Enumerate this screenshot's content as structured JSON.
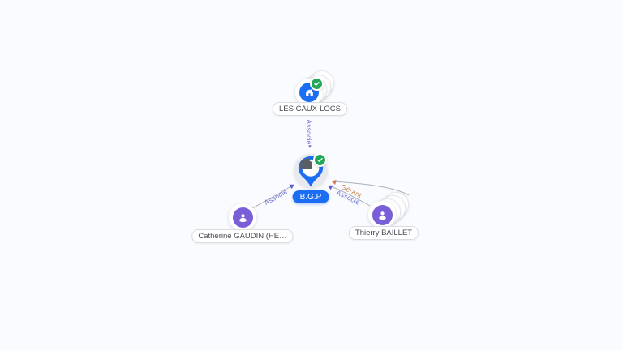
{
  "diagram": {
    "type": "company-network-graph",
    "background_color": "#fafbfe",
    "colors": {
      "company_blue": "#1b6ef3",
      "person_purple": "#7a5ed8",
      "verified_green": "#23a55a",
      "edge_line_gray": "#abb0b8",
      "role_associe_text": "#6a71d8",
      "role_gerant_text": "#c9854e",
      "arrow_associe": "#5d5fd0",
      "arrow_gerant": "#d97b52"
    },
    "nodes": {
      "les_caux_locs": {
        "label": "LES CAUX-LOCS",
        "entity": "company",
        "icon": "building-icon",
        "verified": true,
        "stacked": true
      },
      "bgp": {
        "label": "B.G.P",
        "entity": "company",
        "icon": "building-icon",
        "verified": true,
        "focused": true
      },
      "catherine_gaudin": {
        "label": "Catherine GAUDIN (HE…",
        "entity": "person",
        "icon": "person-icon"
      },
      "thierry_baillet": {
        "label": "Thierry BAILLET",
        "entity": "person",
        "icon": "person-icon",
        "stacked": true
      }
    },
    "edges": {
      "top": {
        "from": "les_caux_locs",
        "to": "bgp",
        "labels": [
          {
            "text": "Associé",
            "role": "associe"
          }
        ]
      },
      "left": {
        "from": "catherine_gaudin",
        "to": "bgp",
        "labels": [
          {
            "text": "Associé",
            "role": "associe"
          }
        ]
      },
      "right": {
        "from": "thierry_baillet",
        "to": "bgp",
        "labels": [
          {
            "text": "Gérant",
            "role": "gerant"
          },
          {
            "text": "Associé",
            "role": "associe"
          }
        ]
      }
    }
  }
}
